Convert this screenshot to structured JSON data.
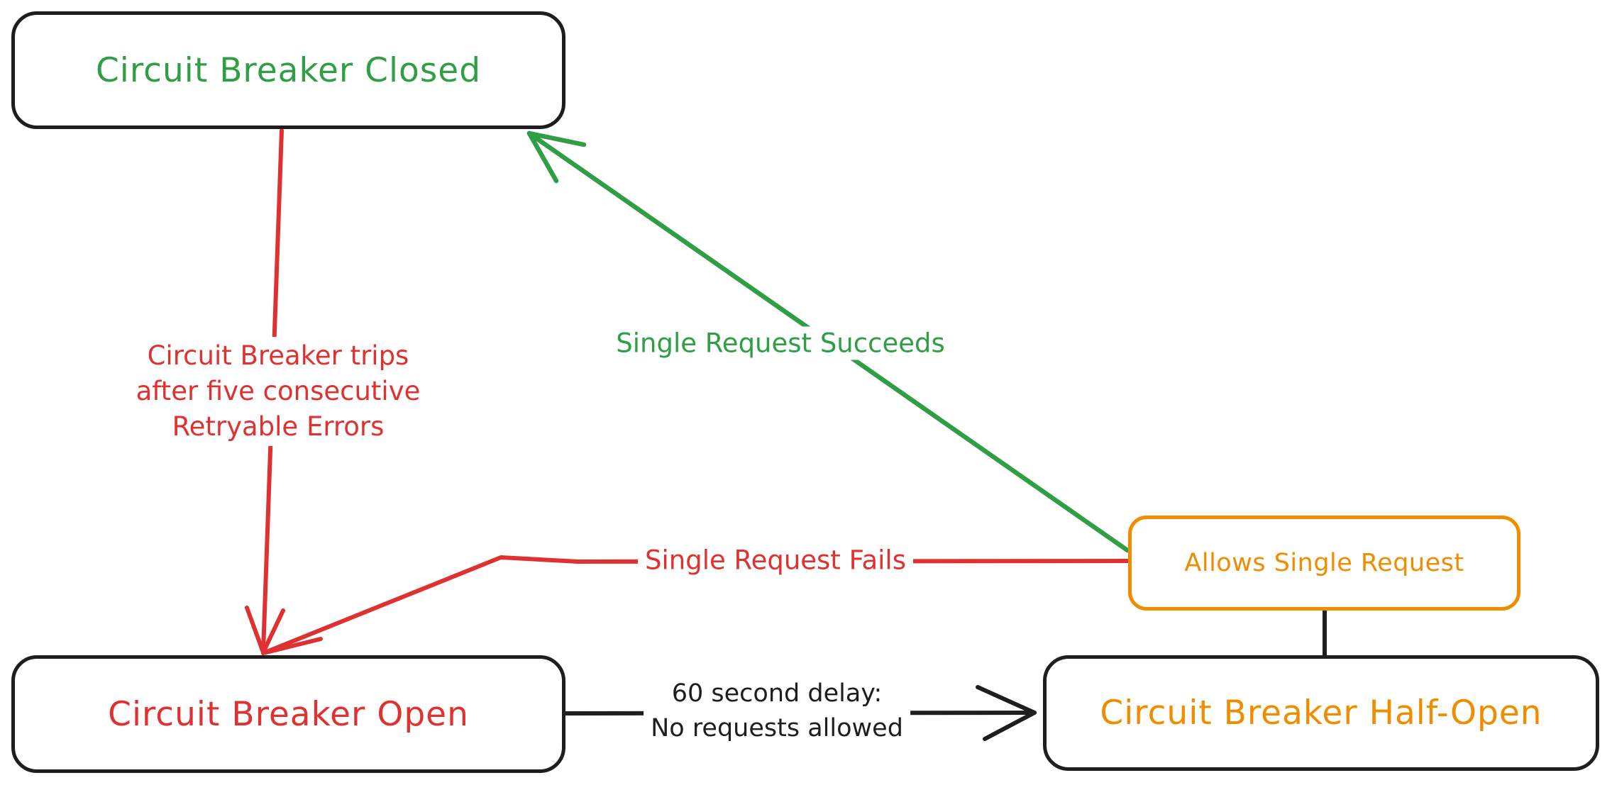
{
  "diagram": {
    "nodes": {
      "closed": {
        "label": "Circuit Breaker Closed"
      },
      "open": {
        "label": "Circuit Breaker Open"
      },
      "half_open": {
        "label": "Circuit Breaker Half-Open"
      },
      "allows": {
        "label": "Allows Single Request"
      }
    },
    "edges": {
      "trip": {
        "from": "closed",
        "to": "open",
        "lines": [
          "Circuit Breaker trips",
          "after five consecutive",
          "Retryable Errors"
        ]
      },
      "succeeds": {
        "from": "allows",
        "to": "closed",
        "label": "Single Request Succeeds"
      },
      "fails": {
        "from": "allows",
        "to": "open",
        "label": "Single Request Fails"
      },
      "delay": {
        "from": "open",
        "to": "half_open",
        "lines": [
          "60 second delay:",
          "No requests allowed"
        ]
      },
      "half_open_link": {
        "from": "half_open",
        "to": "allows",
        "label": ""
      }
    },
    "colors": {
      "green": "#2f9e44",
      "red": "#e03131",
      "orange": "#f08c00",
      "stroke": "#1e1e1e",
      "bg": "#ffffff"
    }
  }
}
